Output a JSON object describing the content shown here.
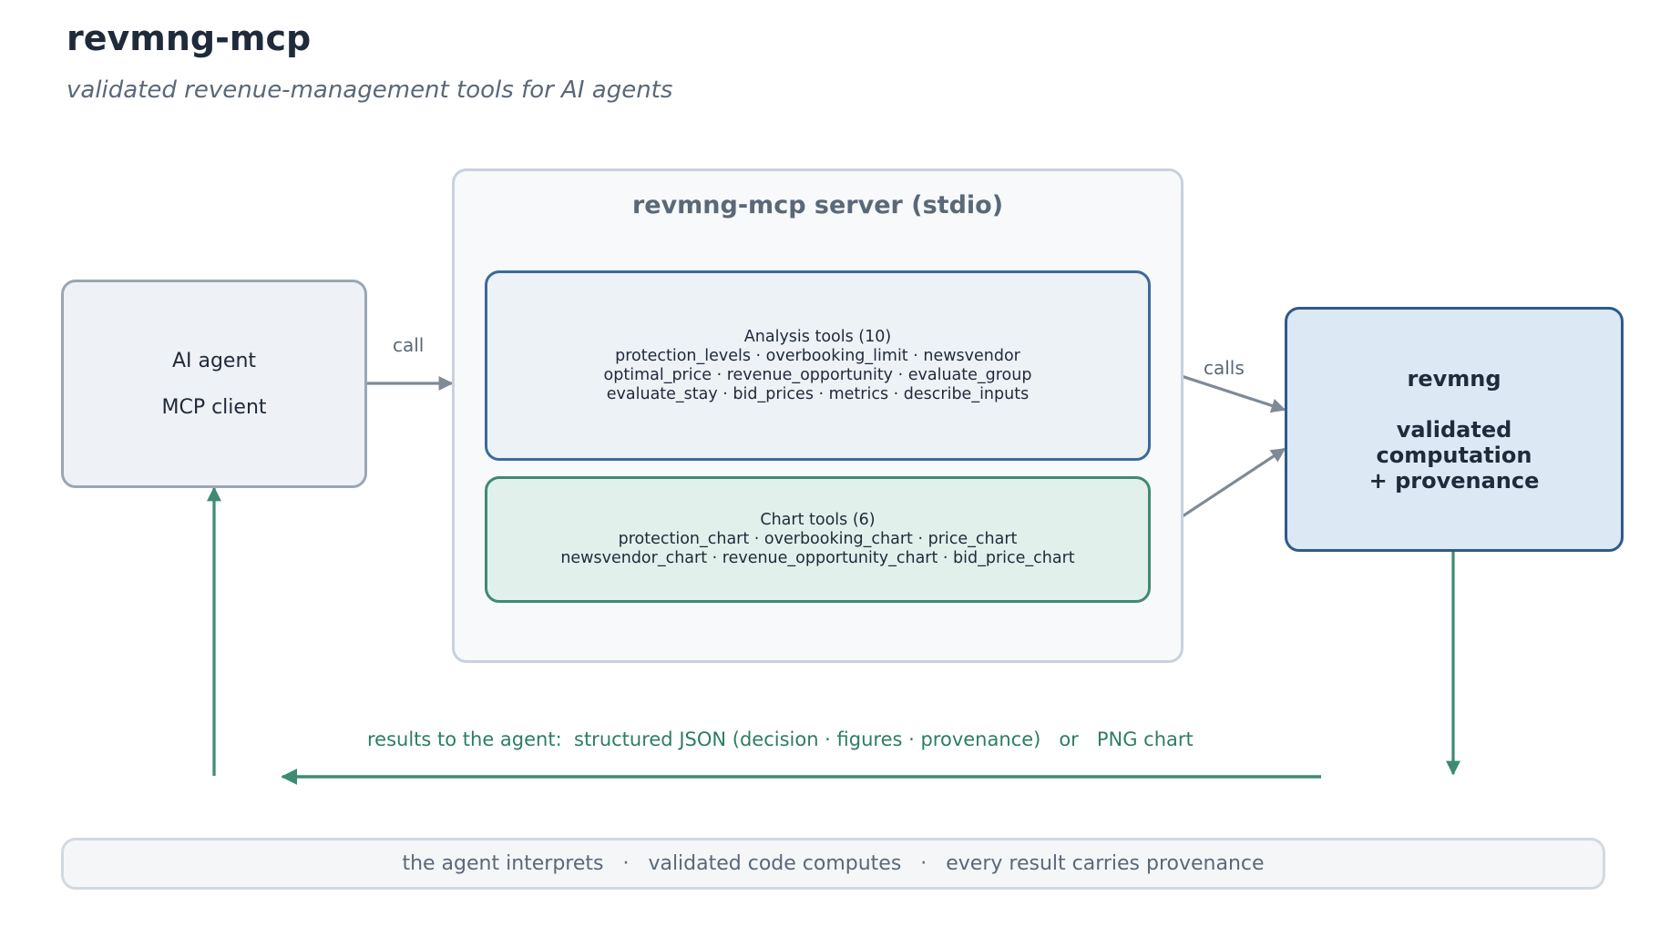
{
  "header": {
    "title": "revmng-mcp",
    "subtitle": "validated revenue-management tools for AI agents"
  },
  "agent": {
    "line1": "AI agent",
    "line2": "MCP client"
  },
  "server": {
    "title": "revmng-mcp server  (stdio)"
  },
  "analysis_tools": {
    "heading": "Analysis tools  (10)",
    "lines": [
      "protection_levels · overbooking_limit · newsvendor",
      "optimal_price · revenue_opportunity · evaluate_group",
      "evaluate_stay · bid_prices · metrics · describe_inputs"
    ]
  },
  "chart_tools": {
    "heading": "Chart tools  (6)",
    "lines": [
      "protection_chart · overbooking_chart · price_chart",
      "newsvendor_chart · revenue_opportunity_chart · bid_price_chart"
    ]
  },
  "revmng": {
    "name": "revmng",
    "lines": [
      "validated",
      "computation",
      "+ provenance"
    ]
  },
  "edges": {
    "call_label": "call",
    "calls_label": "calls",
    "results_label": "results to the agent:  structured JSON (decision · figures · provenance)   or   PNG chart"
  },
  "footer": {
    "text": "the agent interprets   ·   validated code computes   ·   every result carries provenance"
  },
  "colors": {
    "grey_arrow": "#7f8a97",
    "green_arrow": "#3e8a72",
    "analysis_border": "#3b6a9c",
    "chart_border": "#3e8a72",
    "revmng_border": "#2f5a86"
  }
}
